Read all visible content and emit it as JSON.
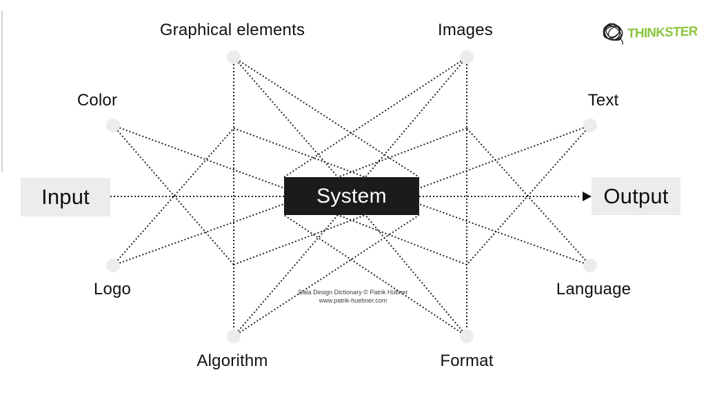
{
  "branding": {
    "logo_text": "THINKSTER",
    "logo_color": "#8cc63f",
    "scribble_icon": "scribble-ball-icon"
  },
  "flow": {
    "input_label": "Input",
    "system_label": "System",
    "output_label": "Output"
  },
  "nodes": {
    "graphical_elements": {
      "label": "Graphical elements",
      "side": "input"
    },
    "color": {
      "label": "Color",
      "side": "input"
    },
    "logo": {
      "label": "Logo",
      "side": "input"
    },
    "algorithm": {
      "label": "Algorithm",
      "side": "input"
    },
    "images": {
      "label": "Images",
      "side": "output"
    },
    "text": {
      "label": "Text",
      "side": "output"
    },
    "language": {
      "label": "Language",
      "side": "output"
    },
    "format": {
      "label": "Format",
      "side": "output"
    }
  },
  "credit": {
    "line1": "Data Design Dictionary © Patrik Hübner",
    "line2": "www.patrik-huebner.com"
  },
  "colors": {
    "background": "#ffffff",
    "line": "#1f1f1f",
    "system_box": "#1b1b1b",
    "io_box": "#ececec",
    "node_dot": "#ececec",
    "brand_green": "#8cc63f"
  }
}
